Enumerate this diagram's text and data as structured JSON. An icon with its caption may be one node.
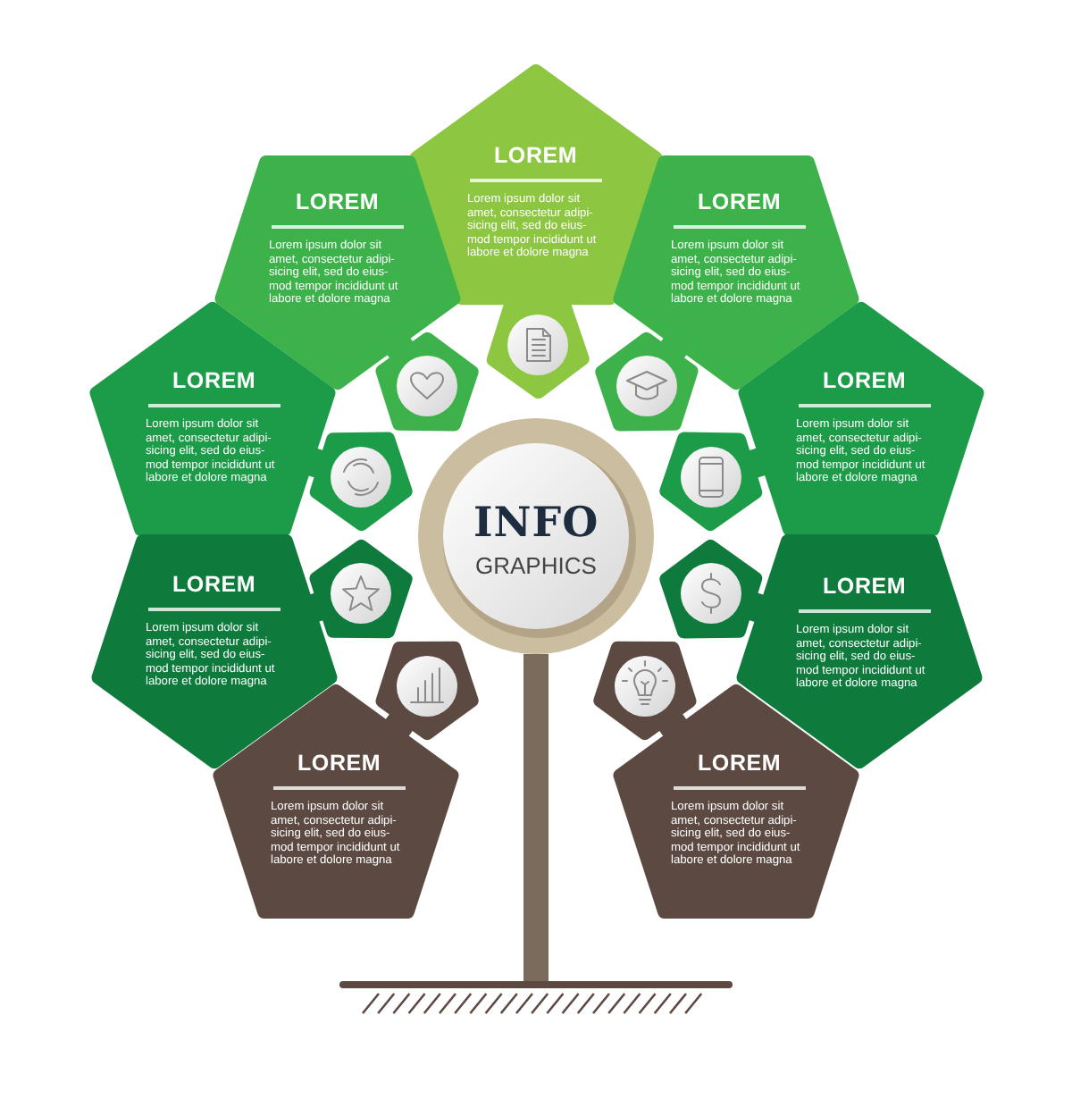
{
  "diagram": {
    "nodes": [
      {
        "text": [
          "LOREM",
          "Lorem ipsum dolor sit amet, consectetur adipi- sicing elit, sed do eius- mod tempor incididunt ut labore et dolore magna"
        ]
      },
      {
        "text": [
          "LOREM",
          "Lorem ipsum dolor sit amet, consectetur adipi- sicing elit, sed do eius- mod tempor incididunt ut labore et dolore magna"
        ]
      },
      {
        "text": [
          "LOREM",
          "Lorem ipsum dolor sit amet, consectetur adipi- sicing elit, sed do eius- mod tempor incididunt ut labore et dolore magna"
        ]
      },
      {
        "text": [
          "LOREM",
          "Lorem ipsum dolor sit amet, consectetur adipi- sicing elit, sed do eius- mod tempor incididunt ut labore et dolore magna"
        ]
      },
      {
        "text": [
          "LOREM",
          "Lorem ipsum dolor sit amet, consectetur adipi- sicing elit, sed do eius- mod tempor incididunt ut labore et dolore magna"
        ]
      },
      {
        "text": [
          "INFO",
          "GRAPHICS"
        ]
      },
      {
        "text": [
          "LOREM",
          "Lorem ipsum dolor sit amet, consectetur adipi- sicing elit, sed do eius- mod tempor incididunt ut labore et dolore magna"
        ]
      },
      {
        "text": [
          "LOREM",
          "Lorem ipsum dolor sit amet, consectetur adipi- sicing elit, sed do eius- mod tempor incididunt ut labore et dolore magna"
        ]
      },
      {
        "text": [
          "LOREM",
          "Lorem ipsum dolor sit amet, consectetur adipi- sicing elit, sed do eius- mod tempor incididunt ut labore et dolore magna"
        ]
      },
      {
        "text": [
          "LOREM",
          "Lorem ipsum dolor sit amet, consectetur adipi- sicing elit, sed do eius- mod tempor incididunt ut labore et dolore magna"
        ]
      }
    ]
  }
}
